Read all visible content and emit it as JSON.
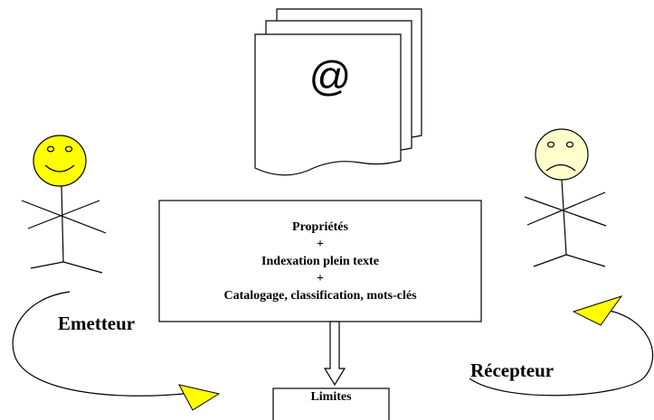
{
  "document_icon": {
    "symbol": "@"
  },
  "process_box": {
    "lines": [
      "Propriétés",
      "+",
      "Indexation plein texte",
      "+",
      "Catalogage, classification, mots-clés"
    ]
  },
  "limits_box": {
    "label": "Limites"
  },
  "sender": {
    "label": "Emetteur",
    "face": "happy",
    "face_color": "#ffff00"
  },
  "receiver": {
    "label": "Récepteur",
    "face": "sad",
    "face_color": "#ffffcc"
  },
  "colors": {
    "arrowhead": "#ffff00",
    "stroke": "#000000"
  }
}
